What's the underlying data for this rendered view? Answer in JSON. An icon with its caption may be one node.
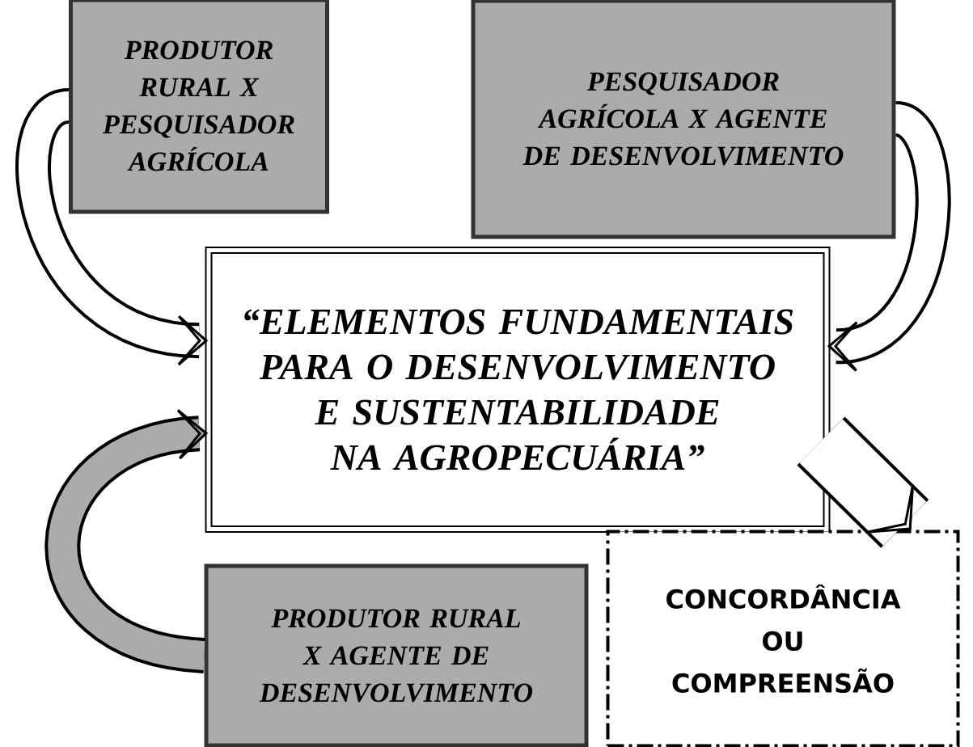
{
  "diagram": {
    "nodes": [
      {
        "text": [
          "PRODUTOR RURAL X PESQUISADOR AGRÍCOLA"
        ]
      },
      {
        "text": [
          "PESQUISADOR AGRÍCOLA X AGENTE DE DESENVOLVIMENTO"
        ]
      },
      {
        "text": [
          "“ELEMENTOS FUNDAMENTAIS PARA O DESENVOLVIMENTO E SUSTENTABILIDADE NA AGROPECUÁRIA”"
        ]
      },
      {
        "text": [
          "PRODUTOR RURAL X AGENTE DE DESENVOLVIMENTO"
        ]
      },
      {
        "text": [
          "CONCORDÂNCIA OU COMPREENSÃO"
        ]
      }
    ],
    "edges": [
      {
        "from": 0,
        "to": 2,
        "arrow": "to"
      },
      {
        "from": 1,
        "to": 2,
        "arrow": "to"
      },
      {
        "from": 3,
        "to": 2,
        "arrow": "to"
      },
      {
        "from": 2,
        "to": 4,
        "arrow": "to",
        "style": "thick"
      }
    ]
  }
}
